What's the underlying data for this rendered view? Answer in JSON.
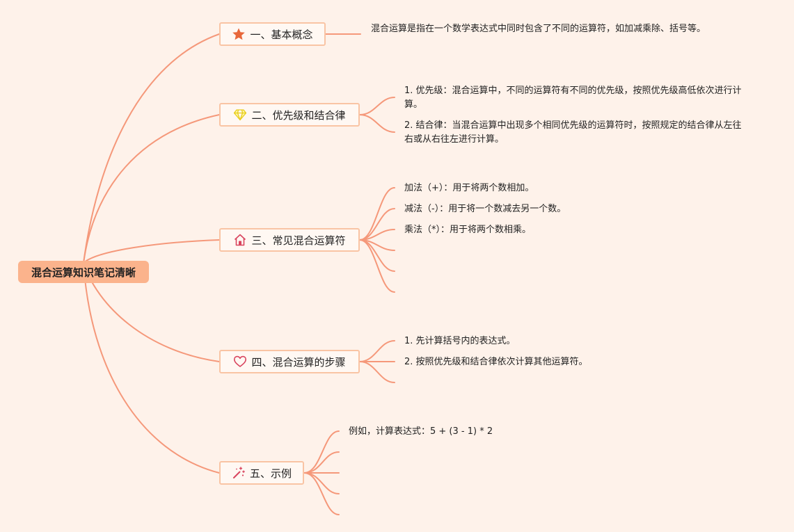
{
  "root": {
    "title": "混合运算知识笔记清晰"
  },
  "colors": {
    "background": "#fef2ea",
    "branch": "#f5987a",
    "root_fill": "#fbb38c",
    "node_border": "#f9c4a4"
  },
  "branches": [
    {
      "label": "一、基本概念",
      "icon": "star-icon",
      "items": [
        "混合运算是指在一个数学表达式中同时包含了不同的运算符，如加减乘除、括号等。"
      ]
    },
    {
      "label": "二、优先级和结合律",
      "icon": "diamond-icon",
      "items": [
        "1. 优先级：混合运算中，不同的运算符有不同的优先级，按照优先级高低依次进行计算。",
        "2. 结合律：当混合运算中出现多个相同优先级的运算符时，按照规定的结合律从左往右或从右往左进行计算。"
      ]
    },
    {
      "label": "三、常见混合运算符",
      "icon": "home-icon",
      "items": [
        "加法（+）：用于将两个数相加。",
        "减法（-）：用于将一个数减去另一个数。",
        "乘法（*）：用于将两个数相乘。",
        "",
        "",
        ""
      ]
    },
    {
      "label": "四、混合运算的步骤",
      "icon": "heart-icon",
      "items": [
        "1. 先计算括号内的表达式。",
        "2. 按照优先级和结合律依次计算其他运算符。",
        ""
      ]
    },
    {
      "label": "五、示例",
      "icon": "magic-wand-icon",
      "items": [
        "例如，计算表达式：5 + (3 - 1) * 2",
        "",
        "",
        "",
        ""
      ]
    }
  ]
}
